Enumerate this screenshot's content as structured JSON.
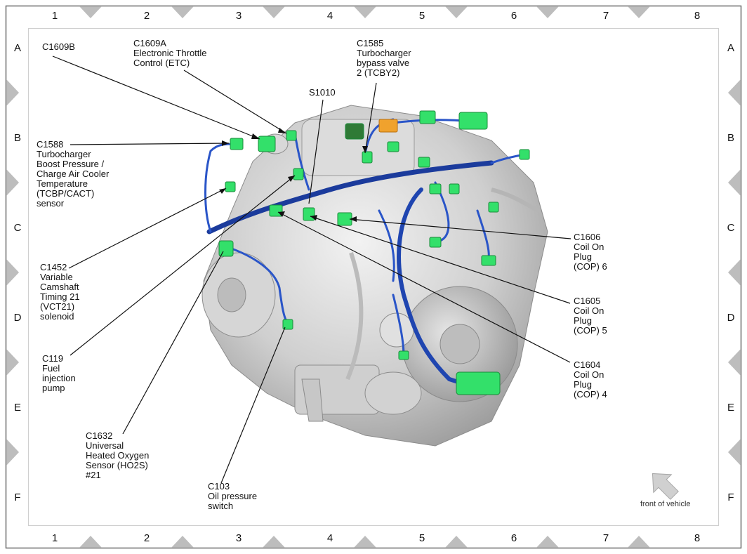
{
  "grid": {
    "columns": [
      "1",
      "2",
      "3",
      "4",
      "5",
      "6",
      "7",
      "8"
    ],
    "rows": [
      "A",
      "B",
      "C",
      "D",
      "E",
      "F"
    ]
  },
  "callouts": {
    "c1609b": [
      "C1609B"
    ],
    "c1609a": [
      "C1609A",
      "Electronic Throttle",
      "Control (ETC)"
    ],
    "c1585": [
      "C1585",
      "Turbocharger",
      "bypass valve",
      "2 (TCBY2)"
    ],
    "s1010": [
      "S1010"
    ],
    "c1588": [
      "C1588",
      "Turbocharger",
      "Boost Pressure /",
      "Charge Air Cooler",
      "Temperature",
      "(TCBP/CACT)",
      "sensor"
    ],
    "c1452": [
      "C1452",
      "Variable",
      "Camshaft",
      "Timing 21",
      "(VCT21)",
      "solenoid"
    ],
    "c119": [
      "C119",
      "Fuel",
      "injection",
      "pump"
    ],
    "c1632": [
      "C1632",
      "Universal",
      "Heated Oxygen",
      "Sensor (HO2S)",
      "#21"
    ],
    "c103": [
      "C103",
      "Oil pressure",
      "switch"
    ],
    "c1606": [
      "C1606",
      "Coil On",
      "Plug",
      "(COP) 6"
    ],
    "c1605": [
      "C1605",
      "Coil On",
      "Plug",
      "(COP) 5"
    ],
    "c1604": [
      "C1604",
      "Coil On",
      "Plug",
      "(COP) 4"
    ]
  },
  "orientation": {
    "label": "front of vehicle",
    "icon": "arrow-down-left-icon"
  },
  "colors": {
    "harness": "#1f45b0",
    "connector": "#33e06a",
    "engine": "#c9c9c9",
    "border": "#6b6b6b",
    "marker": "#bdbdbd"
  }
}
